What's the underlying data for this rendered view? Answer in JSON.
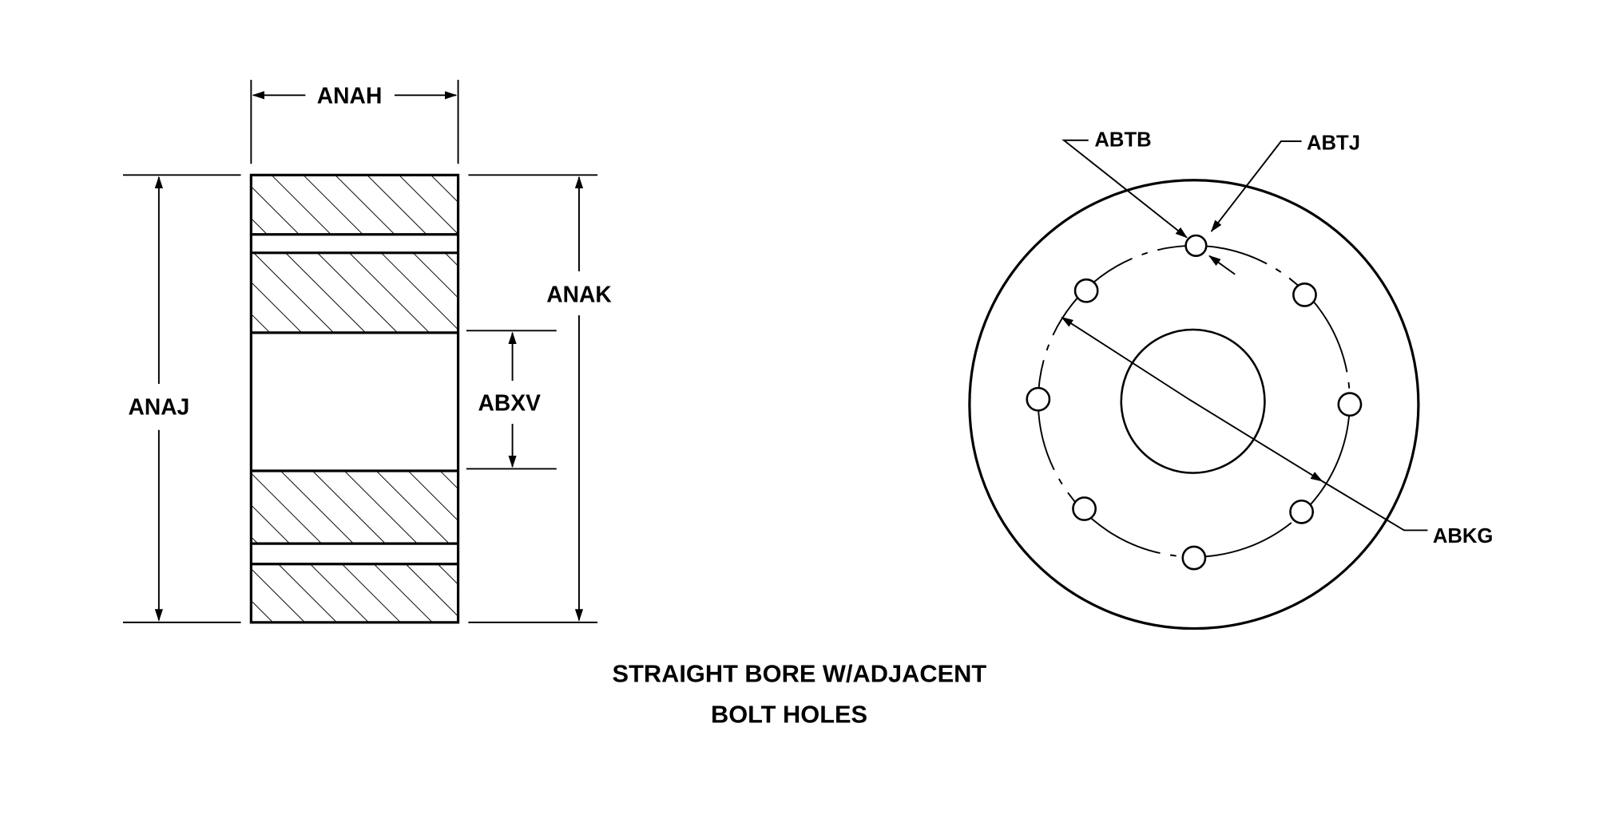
{
  "labels": {
    "anah": "ANAH",
    "anaj": "ANAJ",
    "anak": "ANAK",
    "abxv": "ABXV",
    "abtb": "ABTB",
    "abtj": "ABTJ",
    "abkg": "ABKG"
  },
  "caption": {
    "line1": "STRAIGHT BORE W/ADJACENT",
    "line2": "BOLT HOLES"
  }
}
